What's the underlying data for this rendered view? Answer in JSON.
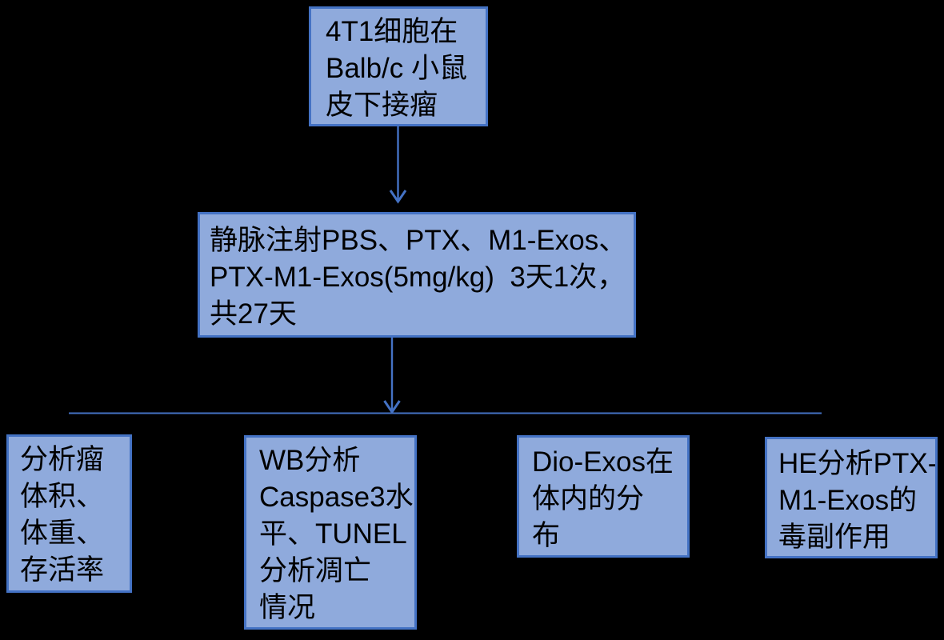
{
  "colors": {
    "background": "#000000",
    "box-fill": "#8FAADC",
    "box-border": "#4472C4",
    "connector": "#4472C4",
    "text": "#000000"
  },
  "flowchart": {
    "top_box": {
      "lines": [
        "4T1细胞在",
        "Balb/c 小鼠",
        "皮下接瘤"
      ]
    },
    "middle_box": {
      "lines": [
        "静脉注射PBS、PTX、M1-Exos、",
        "PTX-M1-Exos(5mg/kg)  3天1次，",
        "共27天"
      ]
    },
    "bottom_boxes": [
      {
        "lines": [
          "分析瘤",
          "体积、",
          "体重、",
          "存活率"
        ]
      },
      {
        "lines": [
          "WB分析",
          "Caspase3水",
          "平、TUNEL",
          "分析凋亡",
          "情况"
        ]
      },
      {
        "lines": [
          "Dio-Exos在",
          "体内的分",
          "布"
        ]
      },
      {
        "lines": [
          "HE分析PTX-",
          "M1-Exos的",
          "毒副作用"
        ]
      }
    ]
  }
}
